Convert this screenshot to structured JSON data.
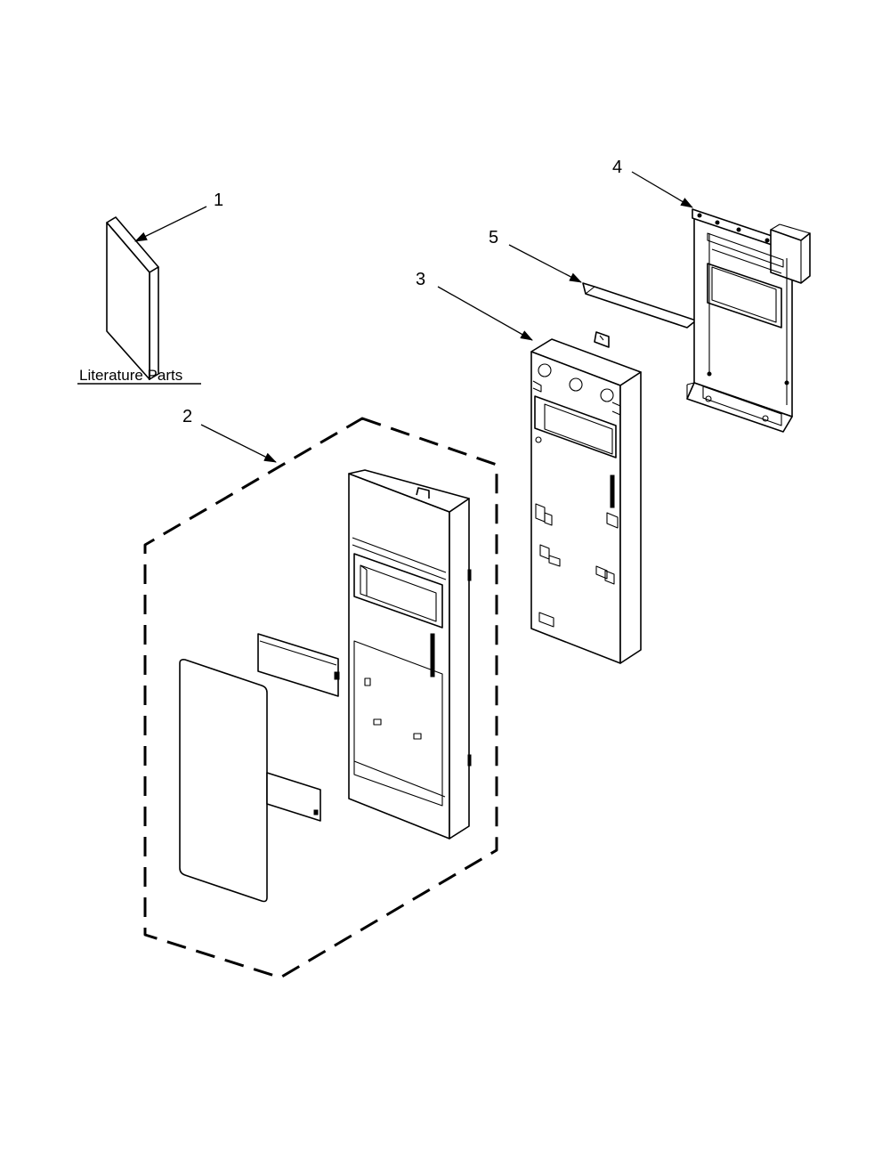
{
  "diagram": {
    "callouts": [
      {
        "id": "1",
        "label": "1"
      },
      {
        "id": "2",
        "label": "2"
      },
      {
        "id": "3",
        "label": "3"
      },
      {
        "id": "4",
        "label": "4"
      },
      {
        "id": "5",
        "label": "5"
      }
    ],
    "literature_label": "Literature Parts",
    "colors": {
      "ink": "#000000",
      "background": "#ffffff"
    }
  }
}
